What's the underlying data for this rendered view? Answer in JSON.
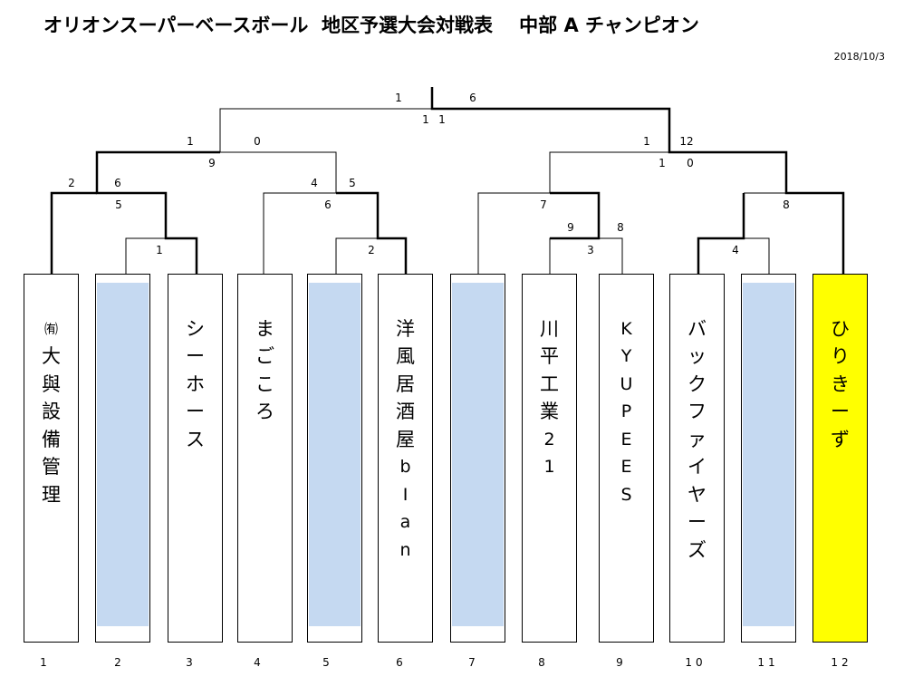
{
  "header": {
    "title": "オリオンスーパーベースボール  地区予選大会対戦表    中部 A チャンピオン",
    "date": "2018/10/3"
  },
  "teams": [
    {
      "seed": "1",
      "name": "㈲大與設備管理",
      "state": "normal"
    },
    {
      "seed": "2",
      "name": "",
      "state": "empty"
    },
    {
      "seed": "3",
      "name": "シーホース",
      "state": "normal"
    },
    {
      "seed": "4",
      "name": "まごころ",
      "state": "normal"
    },
    {
      "seed": "5",
      "name": "",
      "state": "empty"
    },
    {
      "seed": "6",
      "name": "洋風居酒屋bIan",
      "state": "normal"
    },
    {
      "seed": "7",
      "name": "",
      "state": "empty"
    },
    {
      "seed": "8",
      "name": "川平工業21",
      "state": "normal"
    },
    {
      "seed": "9",
      "name": "KYUPEES",
      "state": "normal"
    },
    {
      "seed": "10",
      "name": "バックファイヤーズ",
      "state": "normal"
    },
    {
      "seed": "11",
      "name": "",
      "state": "empty"
    },
    {
      "seed": "12",
      "name": "ひりきーず",
      "state": "champion"
    }
  ],
  "scores": {
    "final_left": "1",
    "final_right": "6",
    "final_order_left": "1",
    "final_order_right": "1",
    "semi_left_top": "1",
    "semi_left_right": "0",
    "semi_left_order": "9",
    "semi_right_left": "1",
    "semi_right_right": "12",
    "semi_right_order_left": "1",
    "semi_right_order_right": "0",
    "g_a_left": "2",
    "g_a_right": "6",
    "g_a_order": "5",
    "g_b_left": "4",
    "g_b_right": "5",
    "g_b_order": "6",
    "g_c_order": "7",
    "g_d_order": "8",
    "g_e_left": "9",
    "g_e_right": "8",
    "g_e_order": "3",
    "r1_23": "1",
    "r1_56": "2",
    "r1_1011": "4"
  },
  "colors": {
    "empty_fill": "#c5d9f1",
    "champion_fill": "#ffff00"
  }
}
